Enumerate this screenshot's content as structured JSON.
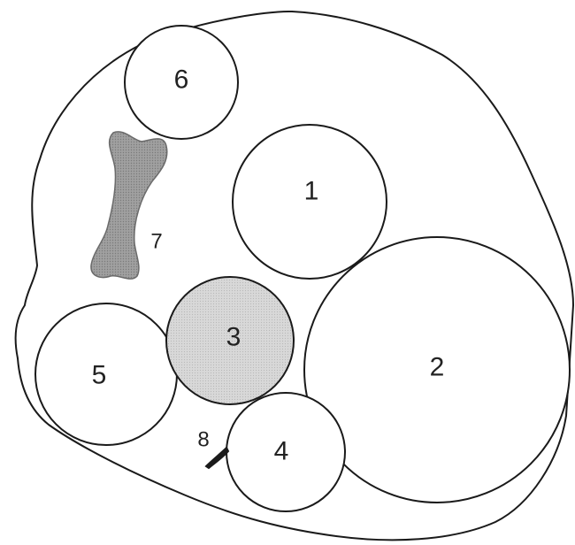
{
  "diagram": {
    "colors": {
      "stroke": "#1a1a1a",
      "background": "#ffffff",
      "shaded_fill": "#cfcfcf",
      "bone_fill": "#9a9a9a"
    },
    "labels": {
      "label_1": "1",
      "label_2": "2",
      "label_3": "3",
      "label_4": "4",
      "label_5": "5",
      "label_6": "6",
      "label_7": "7",
      "label_8": "8"
    }
  }
}
